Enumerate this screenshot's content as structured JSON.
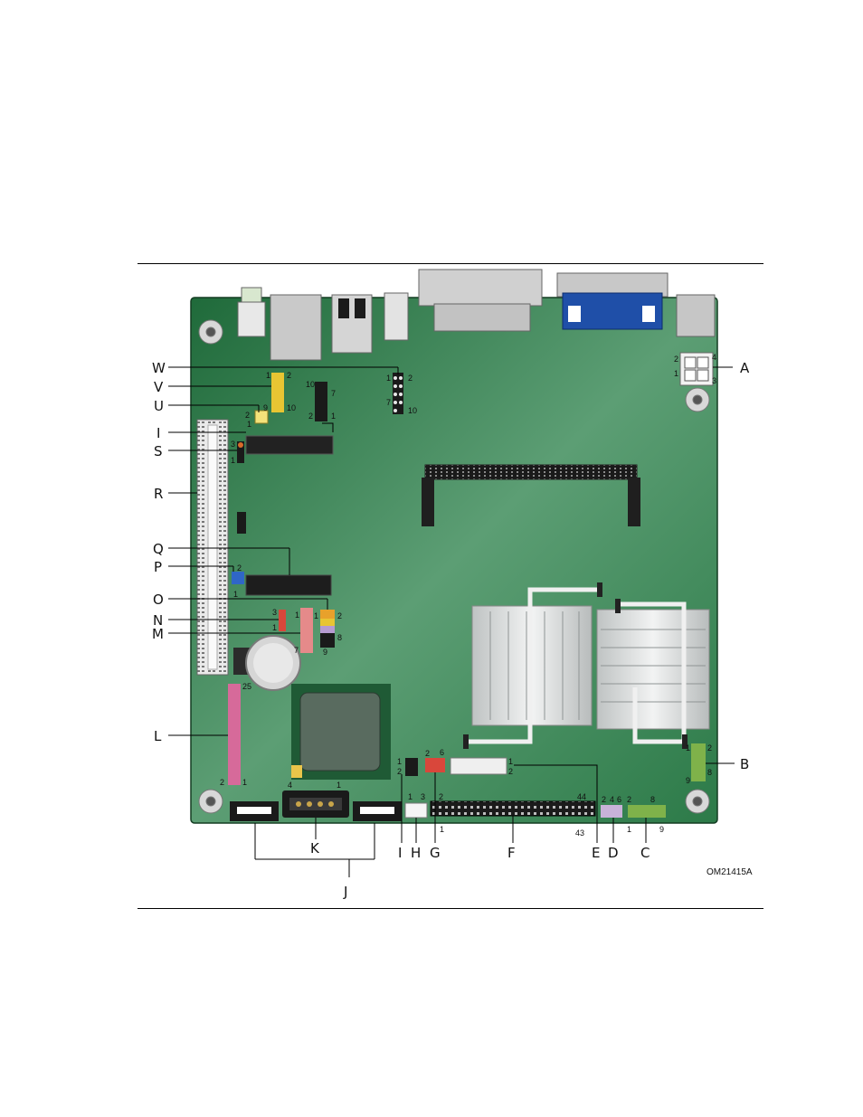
{
  "figure_id": "OM21415A",
  "colors": {
    "board": "#2f7a4a",
    "board_light": "#5aa576",
    "heatsink": "#cfd2d2",
    "vga": "#1f4fa8",
    "yellow_header": "#e8c533",
    "red_header": "#d9473b",
    "pink_header": "#d66a9a",
    "green_header": "#7fb24a",
    "leader": "#000000"
  },
  "callouts": {
    "A": "A",
    "B": "B",
    "C": "C",
    "D": "D",
    "E": "E",
    "F": "F",
    "G": "G",
    "H": "H",
    "I1": "I",
    "J": "J",
    "K": "K",
    "L": "L",
    "M": "M",
    "N": "N",
    "O": "O",
    "P": "P",
    "Q": "Q",
    "R": "R",
    "S": "S",
    "I2": "I",
    "U": "U",
    "V": "V",
    "W": "W"
  },
  "pins": {
    "a_2": "2",
    "a_4": "4",
    "a_1": "1",
    "a_3": "3",
    "w_1": "1",
    "w_2": "2",
    "w_7": "7",
    "w_10": "10",
    "v_1": "1",
    "v_2": "2",
    "v_9": "9",
    "v_10": "10",
    "u_2": "2",
    "u_1": "1",
    "t_10": "10",
    "t_7": "7",
    "t_2": "2",
    "t_1": "1",
    "s_3": "3",
    "s_1": "1",
    "p_2": "2",
    "p_1": "1",
    "o_1": "1",
    "o_2": "2",
    "o_8": "8",
    "o_9": "9",
    "n_3": "3",
    "n_1": "1",
    "m_1": "1",
    "m_7": "7",
    "l_25": "25",
    "l_2": "2",
    "l_1": "1",
    "k_4": "4",
    "k_1": "1",
    "i_1": "1",
    "i_2": "2",
    "h_1": "1",
    "h_3": "3",
    "g_2": "2",
    "g_6": "6",
    "f_2": "2",
    "f_44": "44",
    "f_1": "1",
    "f_43": "43",
    "e_1": "1",
    "e_2": "2",
    "d_2": "2",
    "d_4": "4",
    "d_6": "6",
    "c_2": "2",
    "c_8": "8",
    "c_1": "1",
    "c_9": "9",
    "b_1": "1",
    "b_2": "2",
    "b_8": "8",
    "b_9": "9"
  }
}
